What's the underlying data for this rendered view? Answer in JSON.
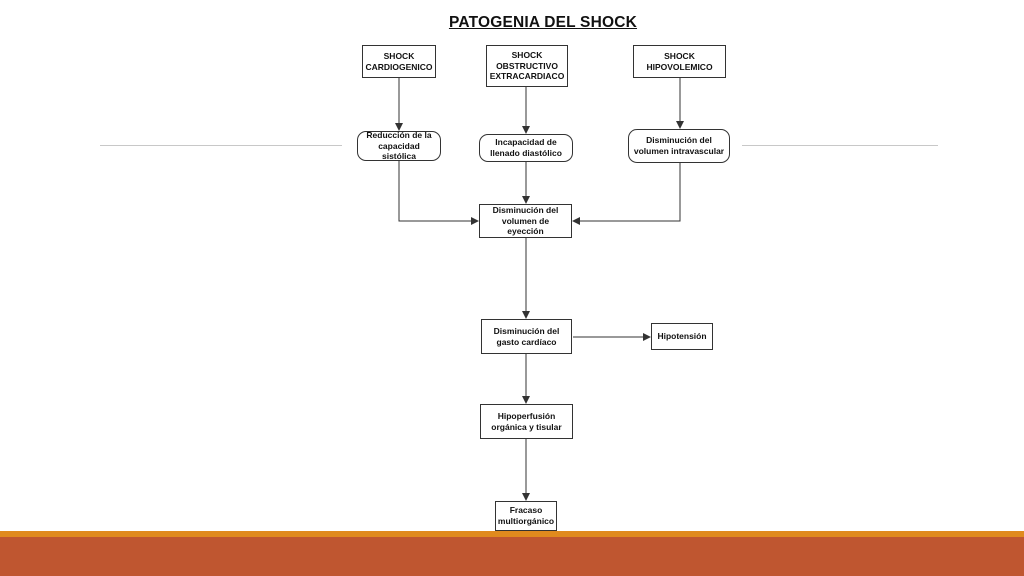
{
  "title": "PATOGENIA DEL SHOCK",
  "nodes": {
    "shock_cardiogenico": "SHOCK\nCARDIOGENICO",
    "shock_obstructivo": "SHOCK\nOBSTRUCTIVO\nEXTRACARDIACO",
    "shock_hipovolemico": "SHOCK\nHIPOVOLEMICO",
    "reduccion": "Reducción de la\ncapacidad sistólica",
    "incapacidad": "Incapacidad de\nllenado diastólico",
    "disminucion_volumen_intravascular": "Disminución del\nvolumen intravascular",
    "disminucion_volumen_eyeccion": "Disminución del\nvolumen de eyección",
    "disminucion_gasto": "Disminución del\ngasto cardíaco",
    "hipotension": "Hipotensión",
    "hipoperfusion": "Hipoperfusión\norgánica y tisular",
    "fracaso": "Fracaso\nmultiorgánico"
  },
  "colors": {
    "footer_accent": "#e08a1e",
    "footer_main": "#bf5630",
    "rule": "#c8c8c8",
    "arrow": "#333333"
  }
}
